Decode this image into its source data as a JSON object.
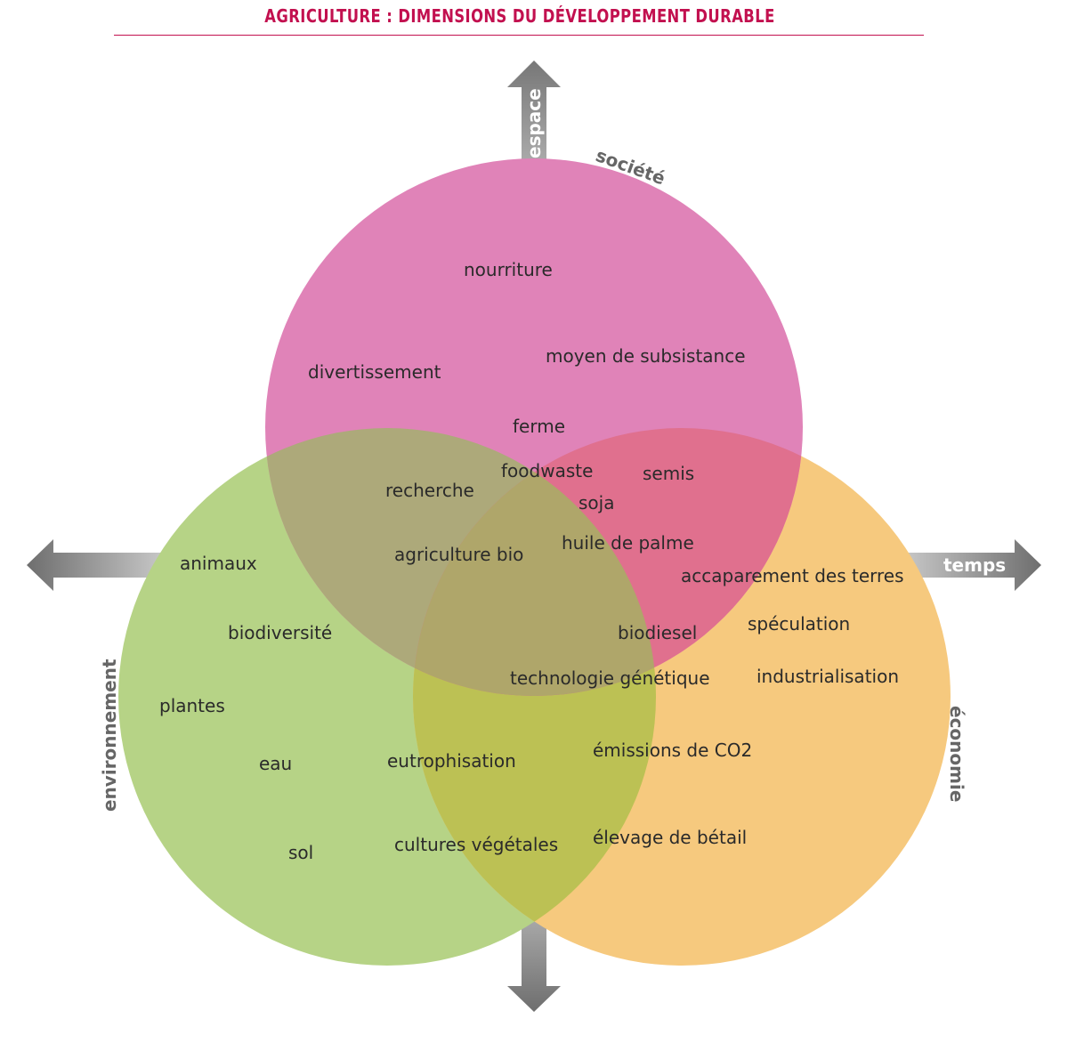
{
  "title": "AGRICULTURE : DIMENSIONS DU DÉVELOPPEMENT DURABLE",
  "colors": {
    "title": "#c2104f",
    "society": "#e083b8",
    "environment": "#b6d386",
    "economy": "#f6c97e"
  },
  "axes": {
    "up": "espace",
    "right": "temps"
  },
  "circles": {
    "society": "société",
    "environment": "environnement",
    "economy": "économie"
  },
  "items": {
    "nourriture": "nourriture",
    "moyen": "moyen de subsistance",
    "divertissement": "divertissement",
    "ferme": "ferme",
    "foodwaste": "foodwaste",
    "semis": "semis",
    "recherche": "recherche",
    "soja": "soja",
    "huile": "huile de palme",
    "agribio": "agriculture bio",
    "animaux": "animaux",
    "accaparement": "accaparement des terres",
    "biodiversite": "biodiversité",
    "biodiesel": "biodiesel",
    "speculation": "spéculation",
    "techgen": "technologie génétique",
    "industrialisation": "industrialisation",
    "plantes": "plantes",
    "eau": "eau",
    "eutrophisation": "eutrophisation",
    "emissions": "émissions de CO2",
    "sol": "sol",
    "cultures": "cultures végétales",
    "elevage": "élevage de bétail"
  }
}
